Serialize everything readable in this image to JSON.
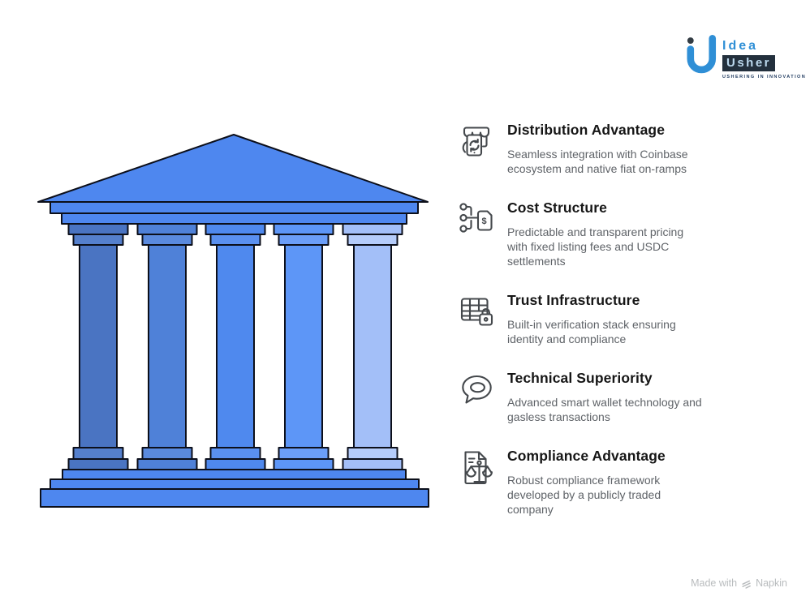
{
  "logo": {
    "brand_top": "Idea",
    "brand_bottom": "Usher",
    "tagline": "USHERING IN INNOVATION"
  },
  "items": [
    {
      "icon": "store-sync-icon",
      "title": "Distribution Advantage",
      "description": "Seamless integration with Coinbase\necosystem and native fiat on-ramps"
    },
    {
      "icon": "price-tag-icon",
      "title": "Cost Structure",
      "description": "Predictable and transparent pricing\nwith fixed listing fees and USDC\nsettlements"
    },
    {
      "icon": "table-lock-icon",
      "title": "Trust Infrastructure",
      "description": "Built-in verification stack ensuring\nidentity and compliance"
    },
    {
      "icon": "speech-bubble-icon",
      "title": "Technical Superiority",
      "description": "Advanced smart wallet technology and\ngasless transactions"
    },
    {
      "icon": "document-scale-icon",
      "title": "Compliance Advantage",
      "description": "Robust compliance framework\ndeveloped by a publicly traded\ncompany"
    }
  ],
  "footer": {
    "made_with": "Made with",
    "brand": "Napkin"
  },
  "temple": {
    "pillar_count": 5,
    "pillars": [
      {
        "name": "pillar-1",
        "color": "#4a74c2",
        "light": "#5580cd"
      },
      {
        "name": "pillar-2",
        "color": "#4f81d8",
        "light": "#5a8ade"
      },
      {
        "name": "pillar-3",
        "color": "#4f89ee",
        "light": "#5a90f0"
      },
      {
        "name": "pillar-4",
        "color": "#5d96f7",
        "light": "#6b9ef8"
      },
      {
        "name": "pillar-5",
        "color": "#a3bff8",
        "light": "#b5ccfa"
      }
    ]
  },
  "colors": {
    "temple_main": "#4e87ef",
    "outline": "#0c0f1a",
    "title": "#161616",
    "desc": "#5f6368",
    "icon_stroke": "#44484c",
    "logo_blue": "#2f8fd6",
    "logo_dark": "#23303d",
    "logo_usher_text": "#bcd9ee",
    "logo_dot": "#333c44",
    "tagline": "#1f3a5f",
    "footer": "#b9bcbe"
  }
}
